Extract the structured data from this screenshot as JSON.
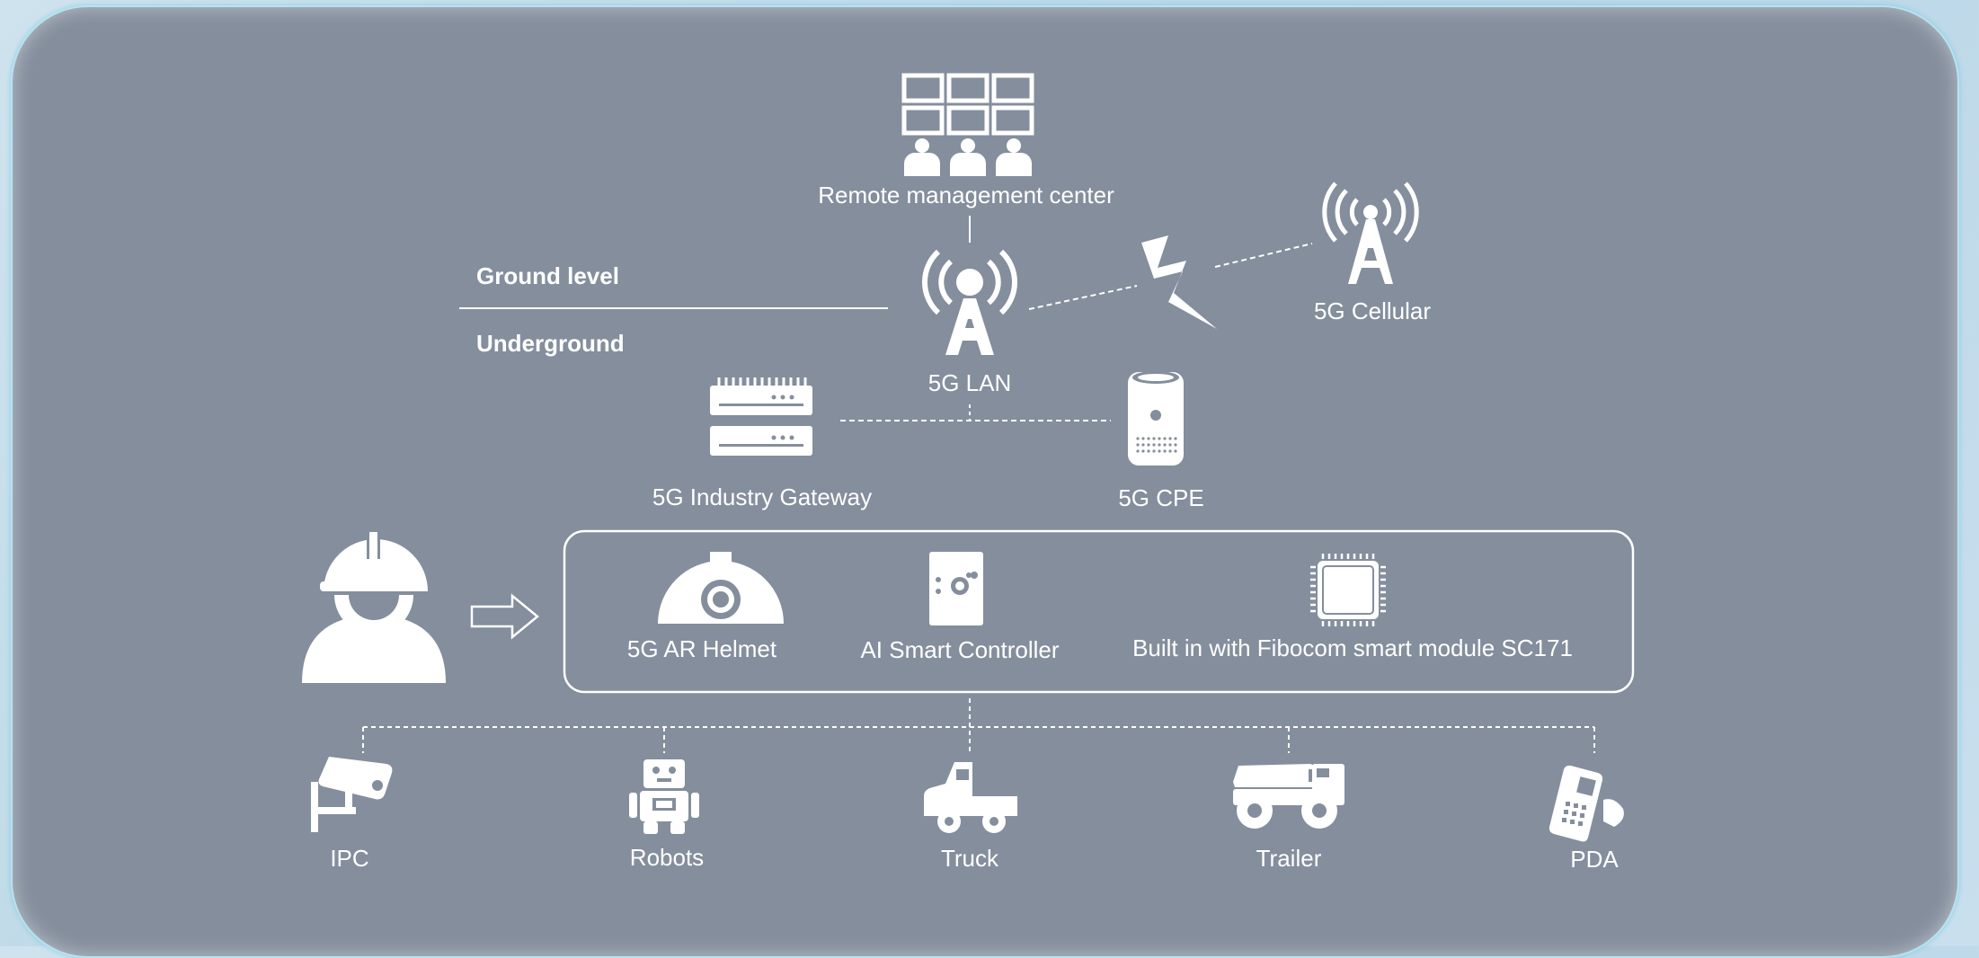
{
  "levels": {
    "ground": "Ground level",
    "underground": "Underground"
  },
  "nodes": {
    "remote_center": "Remote management center",
    "lan": "5G LAN",
    "cellular": "5G Cellular",
    "gateway": "5G Industry Gateway",
    "cpe": "5G CPE"
  },
  "devices": {
    "helmet": "5G AR Helmet",
    "controller": "AI Smart Controller",
    "module": "Built in with Fibocom smart module SC171"
  },
  "terminals": {
    "ipc": "IPC",
    "robots": "Robots",
    "truck": "Truck",
    "trailer": "Trailer",
    "pda": "PDA"
  },
  "colors": {
    "panel": "#848e9d",
    "foreground": "#ffffff"
  }
}
